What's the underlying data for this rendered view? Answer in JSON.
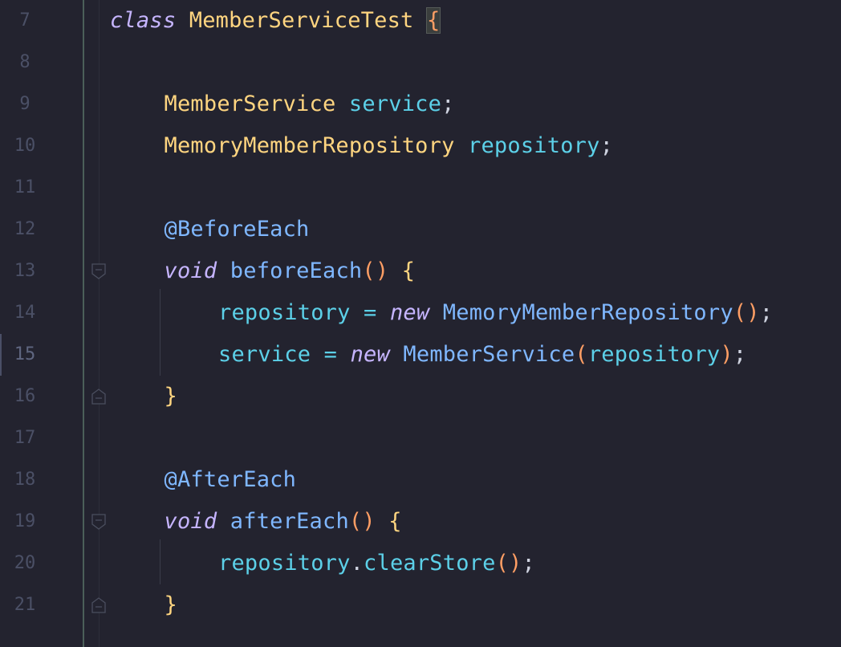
{
  "editor": {
    "lines": [
      {
        "num": "7",
        "tokens": [
          {
            "t": "class",
            "c": "k-italic"
          },
          {
            "t": " ",
            "c": "punct"
          },
          {
            "t": "MemberServiceTest",
            "c": "type"
          },
          {
            "t": " ",
            "c": "punct"
          },
          {
            "t": "{",
            "c": "brace-hl"
          }
        ]
      },
      {
        "num": "8",
        "tokens": []
      },
      {
        "num": "9",
        "tokens": [
          {
            "t": "MemberService",
            "c": "type"
          },
          {
            "t": " ",
            "c": "punct"
          },
          {
            "t": "service",
            "c": "var"
          },
          {
            "t": ";",
            "c": "punct"
          }
        ]
      },
      {
        "num": "10",
        "tokens": [
          {
            "t": "MemoryMemberRepository",
            "c": "type"
          },
          {
            "t": " ",
            "c": "punct"
          },
          {
            "t": "repository",
            "c": "var"
          },
          {
            "t": ";",
            "c": "punct"
          }
        ]
      },
      {
        "num": "11",
        "tokens": []
      },
      {
        "num": "12",
        "tokens": [
          {
            "t": "@BeforeEach",
            "c": "ann"
          }
        ]
      },
      {
        "num": "13",
        "tokens": [
          {
            "t": "void",
            "c": "k-italic"
          },
          {
            "t": " ",
            "c": "punct"
          },
          {
            "t": "beforeEach",
            "c": "fn"
          },
          {
            "t": "()",
            "c": "paren"
          },
          {
            "t": " ",
            "c": "punct"
          },
          {
            "t": "{",
            "c": "brace"
          }
        ]
      },
      {
        "num": "14",
        "tokens": [
          {
            "t": "repository",
            "c": "var"
          },
          {
            "t": " = ",
            "c": "var"
          },
          {
            "t": "new",
            "c": "k-italic"
          },
          {
            "t": " ",
            "c": "punct"
          },
          {
            "t": "MemoryMemberRepository",
            "c": "fn"
          },
          {
            "t": "()",
            "c": "paren"
          },
          {
            "t": ";",
            "c": "punct"
          }
        ]
      },
      {
        "num": "15",
        "tokens": [
          {
            "t": "service",
            "c": "var"
          },
          {
            "t": " = ",
            "c": "var"
          },
          {
            "t": "new",
            "c": "k-italic"
          },
          {
            "t": " ",
            "c": "punct"
          },
          {
            "t": "MemberService",
            "c": "fn"
          },
          {
            "t": "(",
            "c": "paren"
          },
          {
            "t": "repository",
            "c": "var"
          },
          {
            "t": ")",
            "c": "paren"
          },
          {
            "t": ";",
            "c": "punct"
          }
        ]
      },
      {
        "num": "16",
        "tokens": [
          {
            "t": "}",
            "c": "brace"
          }
        ]
      },
      {
        "num": "17",
        "tokens": []
      },
      {
        "num": "18",
        "tokens": [
          {
            "t": "@AfterEach",
            "c": "ann"
          }
        ]
      },
      {
        "num": "19",
        "tokens": [
          {
            "t": "void",
            "c": "k-italic"
          },
          {
            "t": " ",
            "c": "punct"
          },
          {
            "t": "afterEach",
            "c": "fn"
          },
          {
            "t": "()",
            "c": "paren"
          },
          {
            "t": " ",
            "c": "punct"
          },
          {
            "t": "{",
            "c": "brace"
          }
        ]
      },
      {
        "num": "20",
        "tokens": [
          {
            "t": "repository",
            "c": "var"
          },
          {
            "t": ".",
            "c": "punct"
          },
          {
            "t": "clearStore",
            "c": "var"
          },
          {
            "t": "()",
            "c": "paren"
          },
          {
            "t": ";",
            "c": "punct"
          }
        ]
      },
      {
        "num": "21",
        "tokens": [
          {
            "t": "}",
            "c": "brace"
          }
        ]
      }
    ],
    "current_line": "15"
  },
  "colors": {
    "background": "#23232f",
    "line_number": "#4b5066",
    "keyword": "#c6b5ff",
    "type": "#ffd580",
    "variable": "#5cd0e8",
    "function": "#7fb7ff",
    "paren": "#ff9e64"
  }
}
